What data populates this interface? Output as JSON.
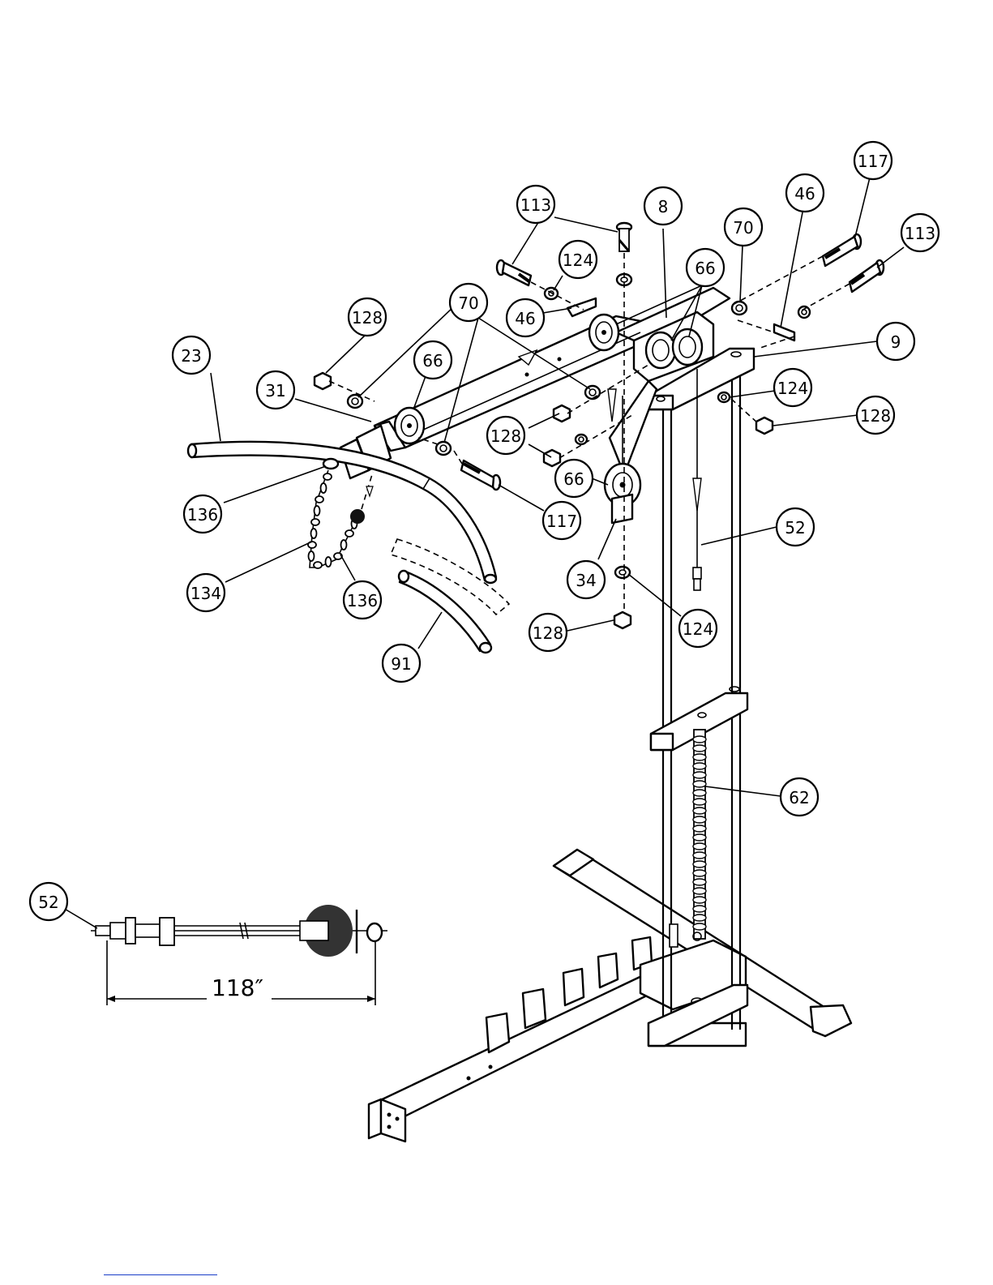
{
  "callouts": [
    {
      "id": "c117a",
      "label": "117"
    },
    {
      "id": "c113a",
      "label": "113"
    },
    {
      "id": "c8",
      "label": "8"
    },
    {
      "id": "c46a",
      "label": "46"
    },
    {
      "id": "c70a",
      "label": "70"
    },
    {
      "id": "c113b",
      "label": "113"
    },
    {
      "id": "c124a",
      "label": "124"
    },
    {
      "id": "c66a",
      "label": "66"
    },
    {
      "id": "c70b",
      "label": "70"
    },
    {
      "id": "c128a",
      "label": "128"
    },
    {
      "id": "c46b",
      "label": "46"
    },
    {
      "id": "c9",
      "label": "9"
    },
    {
      "id": "c23",
      "label": "23"
    },
    {
      "id": "c66b",
      "label": "66"
    },
    {
      "id": "c31",
      "label": "31"
    },
    {
      "id": "c124b",
      "label": "124"
    },
    {
      "id": "c128b",
      "label": "128"
    },
    {
      "id": "c128c",
      "label": "128"
    },
    {
      "id": "c66c",
      "label": "66"
    },
    {
      "id": "c136a",
      "label": "136"
    },
    {
      "id": "c117b",
      "label": "117"
    },
    {
      "id": "c52a",
      "label": "52"
    },
    {
      "id": "c134",
      "label": "134"
    },
    {
      "id": "c136b",
      "label": "136"
    },
    {
      "id": "c34",
      "label": "34"
    },
    {
      "id": "c124c",
      "label": "124"
    },
    {
      "id": "c128d",
      "label": "128"
    },
    {
      "id": "c91",
      "label": "91"
    },
    {
      "id": "c62",
      "label": "62"
    },
    {
      "id": "c52b",
      "label": "52"
    }
  ],
  "dimension": {
    "cable_length": "118″"
  }
}
